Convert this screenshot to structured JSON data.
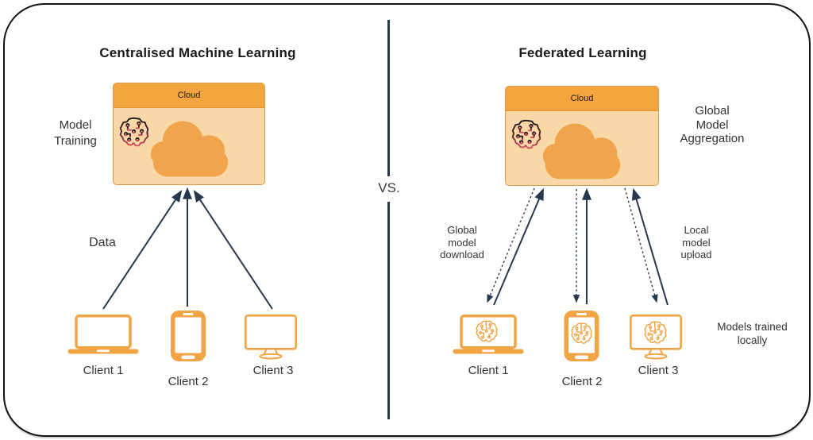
{
  "vs_label": "VS.",
  "colors": {
    "device_orange": "#F2A444",
    "box_header_orange": "#F2A43E",
    "box_body_orange": "#F9D8A7",
    "cloud_fill": "#F0A54C",
    "arrow_navy": "#26384D",
    "brain_gradient_top": "#1a1a1a",
    "brain_gradient_bottom": "#D55060",
    "frame_border": "#141414"
  },
  "left": {
    "title": "Centralised Machine Learning",
    "cloud_box_label": "Cloud",
    "side_label": [
      "Model",
      "Training"
    ],
    "arrow_label": "Data",
    "clients": [
      {
        "label": "Client 1",
        "device": "laptop"
      },
      {
        "label": "Client 2",
        "device": "phone"
      },
      {
        "label": "Client 3",
        "device": "monitor"
      }
    ]
  },
  "right": {
    "title": "Federated Learning",
    "cloud_box_label": "Cloud",
    "side_label": [
      "Global",
      "Model",
      "Aggregation"
    ],
    "download_label": [
      "Global",
      "model",
      "download"
    ],
    "upload_label": [
      "Local",
      "model",
      "upload"
    ],
    "note_label": [
      "Models trained",
      "locally"
    ],
    "clients": [
      {
        "label": "Client 1",
        "device": "laptop"
      },
      {
        "label": "Client 2",
        "device": "phone"
      },
      {
        "label": "Client 3",
        "device": "monitor"
      }
    ]
  }
}
